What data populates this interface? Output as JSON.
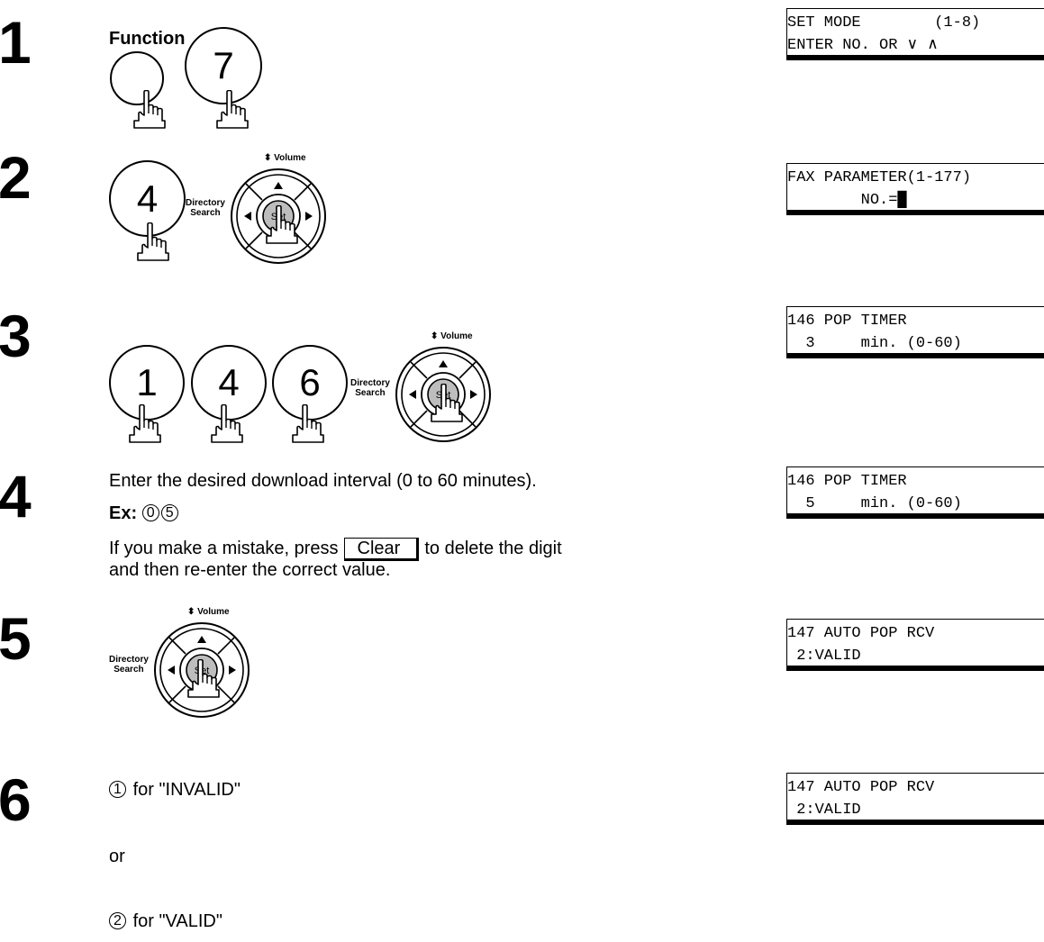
{
  "steps": [
    {
      "num": "1",
      "lcd": [
        "SET MODE        (1-8)",
        "ENTER NO. OR ∨ ∧"
      ]
    },
    {
      "num": "2",
      "lcd": [
        "FAX PARAMETER(1-177)",
        "        NO.=█"
      ]
    },
    {
      "num": "3",
      "lcd": [
        "146 POP TIMER",
        "  3     min. (0-60)"
      ]
    },
    {
      "num": "4",
      "lcd": [
        "146 POP TIMER",
        "  5     min. (0-60)"
      ]
    },
    {
      "num": "5",
      "lcd": [
        "147 AUTO POP RCV",
        " 2:VALID"
      ]
    },
    {
      "num": "6",
      "lcd": [
        "147 AUTO POP RCV",
        " 2:VALID"
      ]
    }
  ],
  "labels": {
    "function": "Function",
    "volume": "Volume",
    "directory": "Directory",
    "search": "Search",
    "set": "Set"
  },
  "keys": {
    "step1": "7",
    "step2": "4",
    "step3": [
      "1",
      "4",
      "6"
    ]
  },
  "step4": {
    "line1": "Enter the desired download interval (0 to 60 minutes).",
    "ex_label": "Ex:",
    "ex_keys": [
      "0",
      "5"
    ],
    "line3_a": "If you make a mistake, press",
    "clear_label": "Clear",
    "line3_b": "to delete the digit",
    "line4": "and then re-enter the correct value."
  },
  "step6": {
    "opt1_key": "1",
    "opt1_text": "for \"INVALID\"",
    "or": "or",
    "opt2_key": "2",
    "opt2_text": "for \"VALID\""
  },
  "icons": [
    "hand-press-icon",
    "nav-pad-icon",
    "arrow-up-icon",
    "arrow-left-icon",
    "arrow-right-icon",
    "volume-updown-icon"
  ]
}
